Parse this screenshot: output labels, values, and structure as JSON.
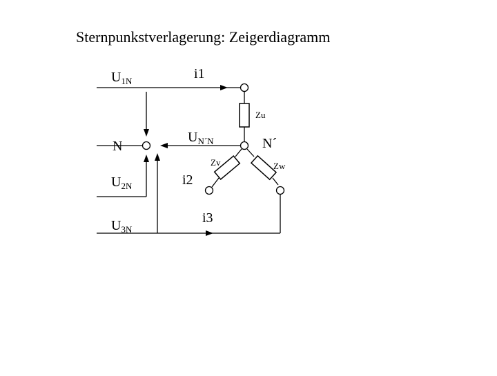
{
  "title": "Sternpunkstverlagerung: Zeigerdiagramm",
  "labels": {
    "u1n_main": "U",
    "u1n_sub": "1N",
    "u2n_main": "U",
    "u2n_sub": "2N",
    "u3n_main": "U",
    "u3n_sub": "3N",
    "n": "N",
    "n_prime": "N´",
    "unn_main": "U",
    "unn_sub": "N´N",
    "i1": "i1",
    "i2": "i2",
    "i3": "i3",
    "zu": "Zu",
    "zv": "Zv",
    "zw": "Zw"
  }
}
